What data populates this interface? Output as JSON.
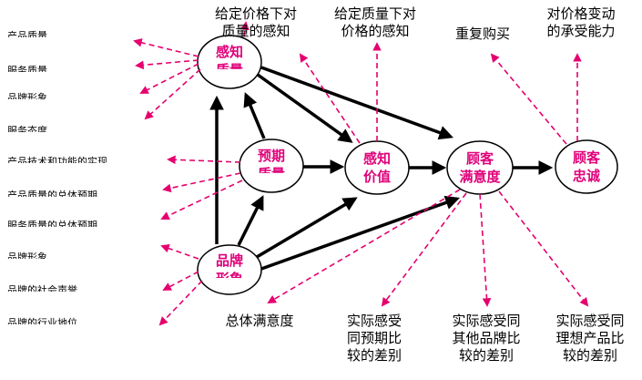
{
  "nodes": {
    "perceived_quality": [
      "感知",
      "质量"
    ],
    "expected_quality": [
      "预期",
      "质量"
    ],
    "perceived_value": [
      "感知",
      "价值"
    ],
    "customer_satisfaction": [
      "顾客",
      "满意度"
    ],
    "customer_loyalty": [
      "顾客",
      "忠诚"
    ],
    "brand_image": [
      "品牌",
      "形象"
    ]
  },
  "labels": {
    "quality_given_price": [
      "给定价格下对",
      "质量的感知"
    ],
    "price_given_quality": [
      "给定质量下对",
      "价格的感知"
    ],
    "repeat_purchase": [
      "重复购买"
    ],
    "price_tolerance": [
      "对价格变动",
      "的承受能力"
    ],
    "overall_satisfaction": [
      "总体满意度"
    ],
    "vs_expectation": [
      "实际感受",
      "同预期比",
      "较的差别"
    ],
    "vs_other_brands": [
      "实际感受同",
      "其他品牌比",
      "较的差别"
    ],
    "vs_ideal": [
      "实际感受同",
      "理想产品比",
      "较的差别"
    ]
  },
  "left_items": [
    "产品质量",
    "服务质量",
    "品牌形象",
    "服务态度",
    "产品技术和功能的实现",
    "产品质量的总体预期",
    "服务质量的总体预期",
    "品牌形象",
    "品牌的社会声誉",
    "品牌的行业地位"
  ],
  "colors": {
    "accent": "#e0007a",
    "arrow": "#000000",
    "dashed": "#e5006e"
  }
}
